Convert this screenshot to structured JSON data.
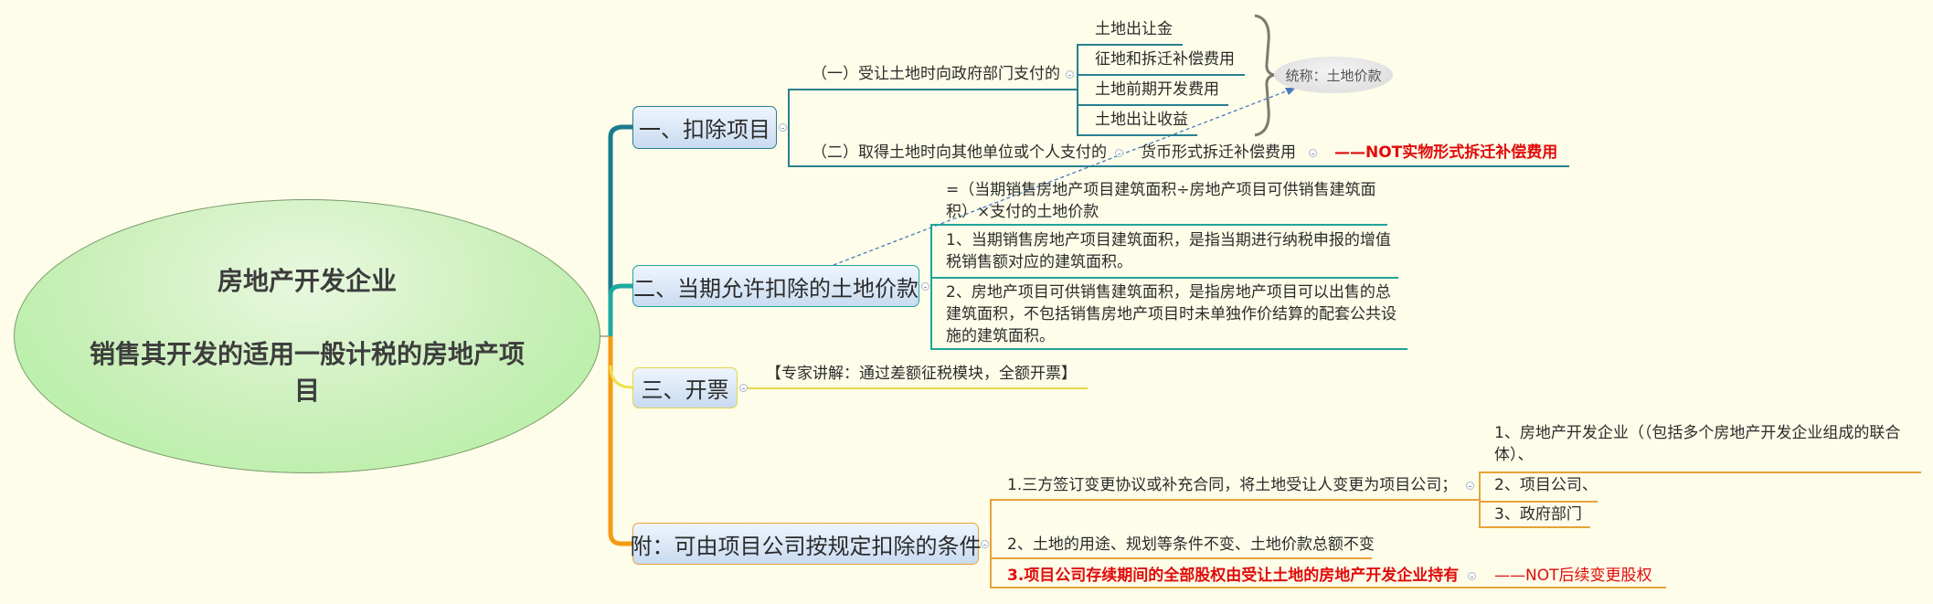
{
  "root": {
    "title_line1": "房地产开发企业",
    "title_line2": "销售其开发的适用一般计税的房地产项目",
    "color": "#b4f0a2"
  },
  "branches": [
    {
      "label": "一、扣除项目",
      "color": "#2a7f8e",
      "children": [
        {
          "label": "（一）受让土地时向政府部门支付的",
          "children": [
            {
              "label": "土地出让金"
            },
            {
              "label": "征地和拆迁补偿费用"
            },
            {
              "label": "土地前期开发费用"
            },
            {
              "label": "土地出让收益"
            }
          ],
          "summary": "统称：土地价款"
        },
        {
          "label": "（二）取得土地时向其他单位或个人支付的",
          "children": [
            {
              "label": "货币形式拆迁补偿费用",
              "note": "——NOT实物形式拆迁补偿费用"
            }
          ]
        }
      ]
    },
    {
      "label": "二、当期允许扣除的土地价款",
      "color": "#23a39a",
      "children": [
        {
          "label": "=（当期销售房地产项目建筑面积÷房地产项目可供销售建筑面积）×支付的土地价款"
        },
        {
          "label": "1、当期销售房地产项目建筑面积，是指当期进行纳税申报的增值税销售额对应的建筑面积。"
        },
        {
          "label": "2、房地产项目可供销售建筑面积，是指房地产项目可以出售的总建筑面积，不包括销售房地产项目时未单独作价结算的配套公共设施的建筑面积。"
        }
      ]
    },
    {
      "label": "三、开票",
      "color": "#e9d64e",
      "children": [
        {
          "label": "【专家讲解：通过差额征税模块，全额开票】"
        }
      ]
    },
    {
      "label": "附：可由项目公司按规定扣除的条件",
      "color": "#e8a33a",
      "children": [
        {
          "label": "1.三方签订变更协议或补充合同，将土地受让人变更为项目公司；",
          "children": [
            {
              "label": "1、房地产开发企业（（包括多个房地产开发企业组成的联合体）、"
            },
            {
              "label": "2、项目公司、"
            },
            {
              "label": "3、政府部门"
            }
          ]
        },
        {
          "label": "2、土地的用途、规划等条件不变、土地价款总额不变"
        },
        {
          "label": "3.项目公司存续期间的全部股权由受让土地的房地产开发企业持有",
          "note": "——NOT后续变更股权"
        }
      ]
    }
  ],
  "relationship": {
    "from": "二、当期允许扣除的土地价款",
    "to": "统称：土地价款",
    "style": "dashed-arrow",
    "color": "#4a78c0"
  }
}
